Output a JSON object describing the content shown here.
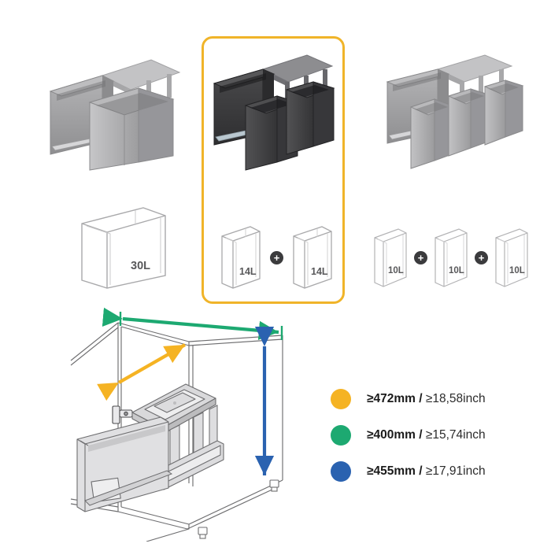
{
  "page": {
    "background": "#ffffff",
    "highlight_color": "#f0b429"
  },
  "variants": [
    {
      "name": "variant-left",
      "selected": false,
      "bin_color": "#9b9b9d",
      "capacities": [
        "30L"
      ],
      "capacity_count": 1
    },
    {
      "name": "variant-center",
      "selected": true,
      "bin_color": "#3a3a3c",
      "capacities": [
        "14L",
        "14L"
      ],
      "capacity_count": 2
    },
    {
      "name": "variant-right",
      "selected": false,
      "bin_color": "#9b9b9d",
      "capacities": [
        "10L",
        "10L",
        "10L"
      ],
      "capacity_count": 3
    }
  ],
  "capacity_row": {
    "separator": "+",
    "left": {
      "labels": [
        "30L"
      ]
    },
    "center": {
      "labels": [
        "14L",
        "14L"
      ]
    },
    "right": {
      "labels": [
        "10L",
        "10L",
        "10L"
      ]
    }
  },
  "legend": {
    "items": [
      {
        "id": "depth",
        "color": "#f5b323",
        "mm": "≥472mm",
        "separator": "/",
        "inch": "≥18,58inch"
      },
      {
        "id": "width",
        "color": "#1da971",
        "mm": "≥400mm",
        "separator": "/",
        "inch": "≥15,74inch"
      },
      {
        "id": "height",
        "color": "#2a62b0",
        "mm": "≥455mm",
        "separator": "/",
        "inch": "≥17,91inch"
      }
    ]
  },
  "cabinet_diagram": {
    "arrows": [
      {
        "id": "depth-arrow",
        "color": "#f5b323",
        "orientation": "diagonal"
      },
      {
        "id": "width-arrow",
        "color": "#1da971",
        "orientation": "horizontal"
      },
      {
        "id": "height-arrow",
        "color": "#2a62b0",
        "orientation": "vertical"
      }
    ],
    "line_color": "#6e6e70"
  }
}
